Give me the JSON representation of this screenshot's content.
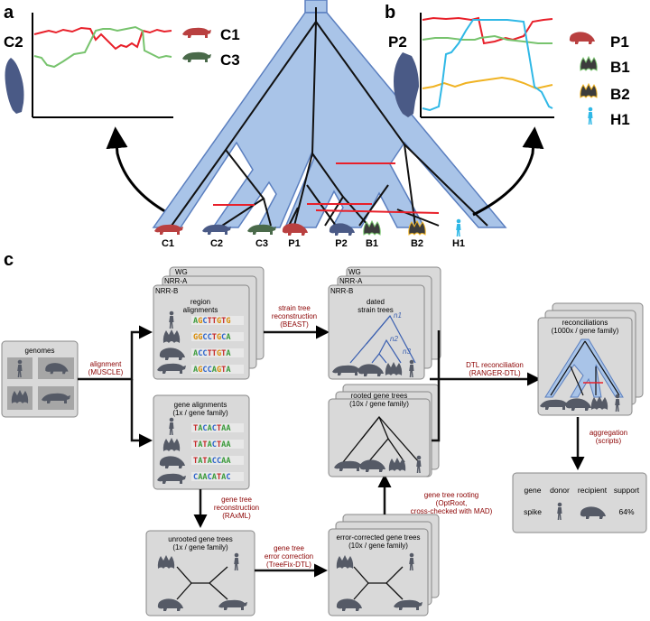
{
  "panel_a": {
    "letter": "a",
    "left_label": "C2",
    "right_labels": [
      "C1",
      "C3"
    ]
  },
  "panel_b": {
    "letter": "b",
    "left_label": "P2",
    "right_labels": [
      "P1",
      "B1",
      "B2",
      "H1"
    ]
  },
  "tree_leaves": [
    "C1",
    "C2",
    "C3",
    "P1",
    "P2",
    "B1",
    "B2",
    "H1"
  ],
  "panel_c": {
    "letter": "c",
    "genomes": {
      "title": "genomes"
    },
    "alignment_arrow": {
      "line1": "alignment",
      "line2": "(MUSCLE)"
    },
    "region_alignments": {
      "stack_labels": [
        "WG",
        "NRR-A",
        "NRR-B"
      ],
      "title_line1": "region",
      "title_line2": "alignments",
      "sequences": [
        "AGCTTGTG",
        "GGCCTGCA",
        "ACCTTGTA",
        "AGCCAGTA"
      ]
    },
    "strain_arrow": {
      "line1": "strain tree",
      "line2": "reconstruction",
      "line3": "(BEAST)"
    },
    "strain_trees": {
      "stack_labels": [
        "WG",
        "NRR-A",
        "NRR-B"
      ],
      "title_line1": "dated",
      "title_line2": "strain trees",
      "node_labels": [
        "n1",
        "n2",
        "n3"
      ]
    },
    "gene_alignments": {
      "title_line1": "gene alignments",
      "title_line2": "(1x / gene family)",
      "sequences": [
        "TACACTAA",
        "TATACTAA",
        "TATACCAA",
        "CAACATAC"
      ]
    },
    "gene_tree_recon_arrow": {
      "line1": "gene tree",
      "line2": "reconstruction",
      "line3": "(RAxML)"
    },
    "unrooted": {
      "title_line1": "unrooted gene trees",
      "title_line2": "(1x / gene family)"
    },
    "error_arrow": {
      "line1": "gene tree",
      "line2": "error correction",
      "line3": "(TreeFix-DTL)"
    },
    "error_corrected": {
      "title_line1": "error-corrected gene trees",
      "title_line2": "(10x / gene family)"
    },
    "rooting_arrow": {
      "line1": "gene tree rooting",
      "line2": "(OptRoot,",
      "line3": "cross-checked with MAD)"
    },
    "rooted": {
      "title_line1": "rooted gene trees",
      "title_line2": "(10x / gene family)"
    },
    "dtl_arrow": {
      "line1": "DTL reconciliation",
      "line2": "(RANGER-DTL)"
    },
    "reconciliations": {
      "title_line1": "reconciliations",
      "title_line2": "(1000x / gene family)"
    },
    "aggregation_arrow": {
      "line1": "aggregation",
      "line2": "(scripts)"
    },
    "result_table": {
      "headers": [
        "gene",
        "donor",
        "recipient",
        "support"
      ],
      "row": {
        "gene": "spike",
        "support": "64%"
      }
    }
  },
  "colors": {
    "tree_fill": "#a9c4e8",
    "tree_stroke": "#5b7fbf",
    "transfer_red": "#e8202a",
    "green_line": "#77c36d",
    "cyan_line": "#2fb8e6",
    "yellow_line": "#f0b323",
    "box_fill": "#d9d9d9",
    "arrow_label": "#8b0000",
    "animal_gray": "#555a66",
    "animal_blue": "#4a5a86",
    "pangolin_red": "#b94040"
  }
}
